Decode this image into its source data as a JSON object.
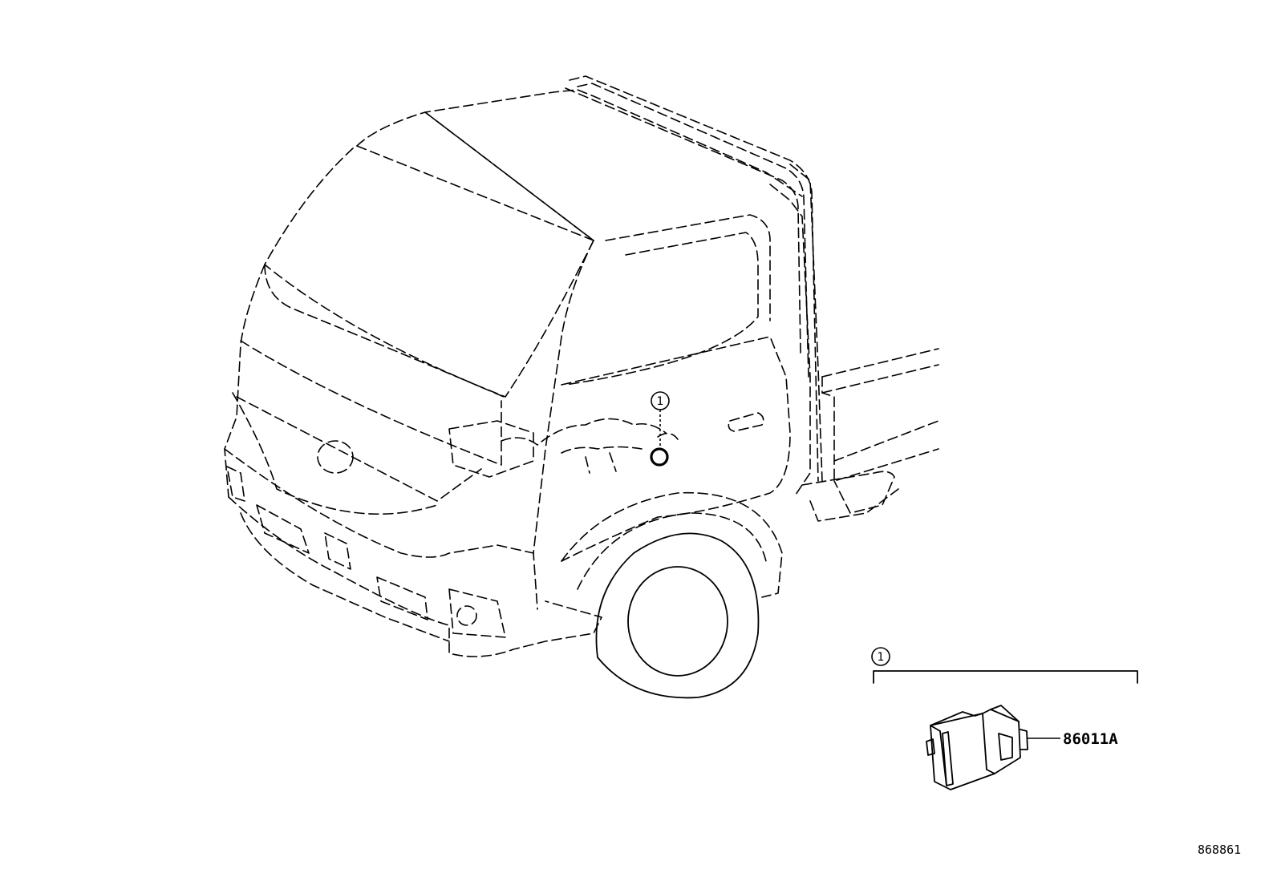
{
  "callouts": {
    "vehicle_location": "1",
    "parts_group": "1"
  },
  "parts": {
    "connector_part_number": "86011A"
  },
  "illustration_number": "868861"
}
